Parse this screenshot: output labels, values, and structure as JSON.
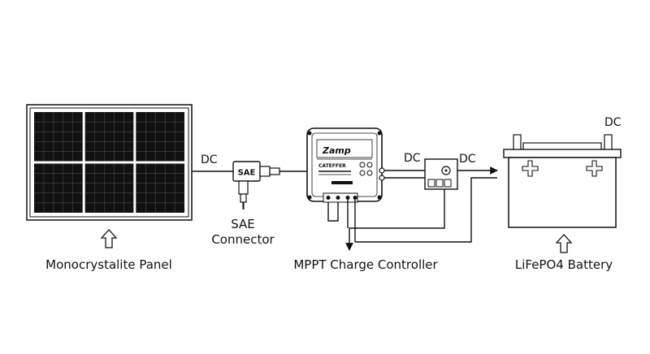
{
  "labels": {
    "panel": "Monocrystalite Panel",
    "sae_line1": "SAE",
    "sae_line2": "Connector",
    "controller": "MPPT Charge Controller",
    "battery": "LiFePO4 Battery",
    "dc_panel": "DC",
    "dc_controller": "DC",
    "dc_fuse": "DC",
    "dc_battery": "DC"
  },
  "components": {
    "sae_plug_text": "SAE",
    "controller_brand": "Zamp",
    "controller_model": "CATEFFER"
  },
  "colors": {
    "line": "#111111",
    "fill": "#ffffff"
  }
}
